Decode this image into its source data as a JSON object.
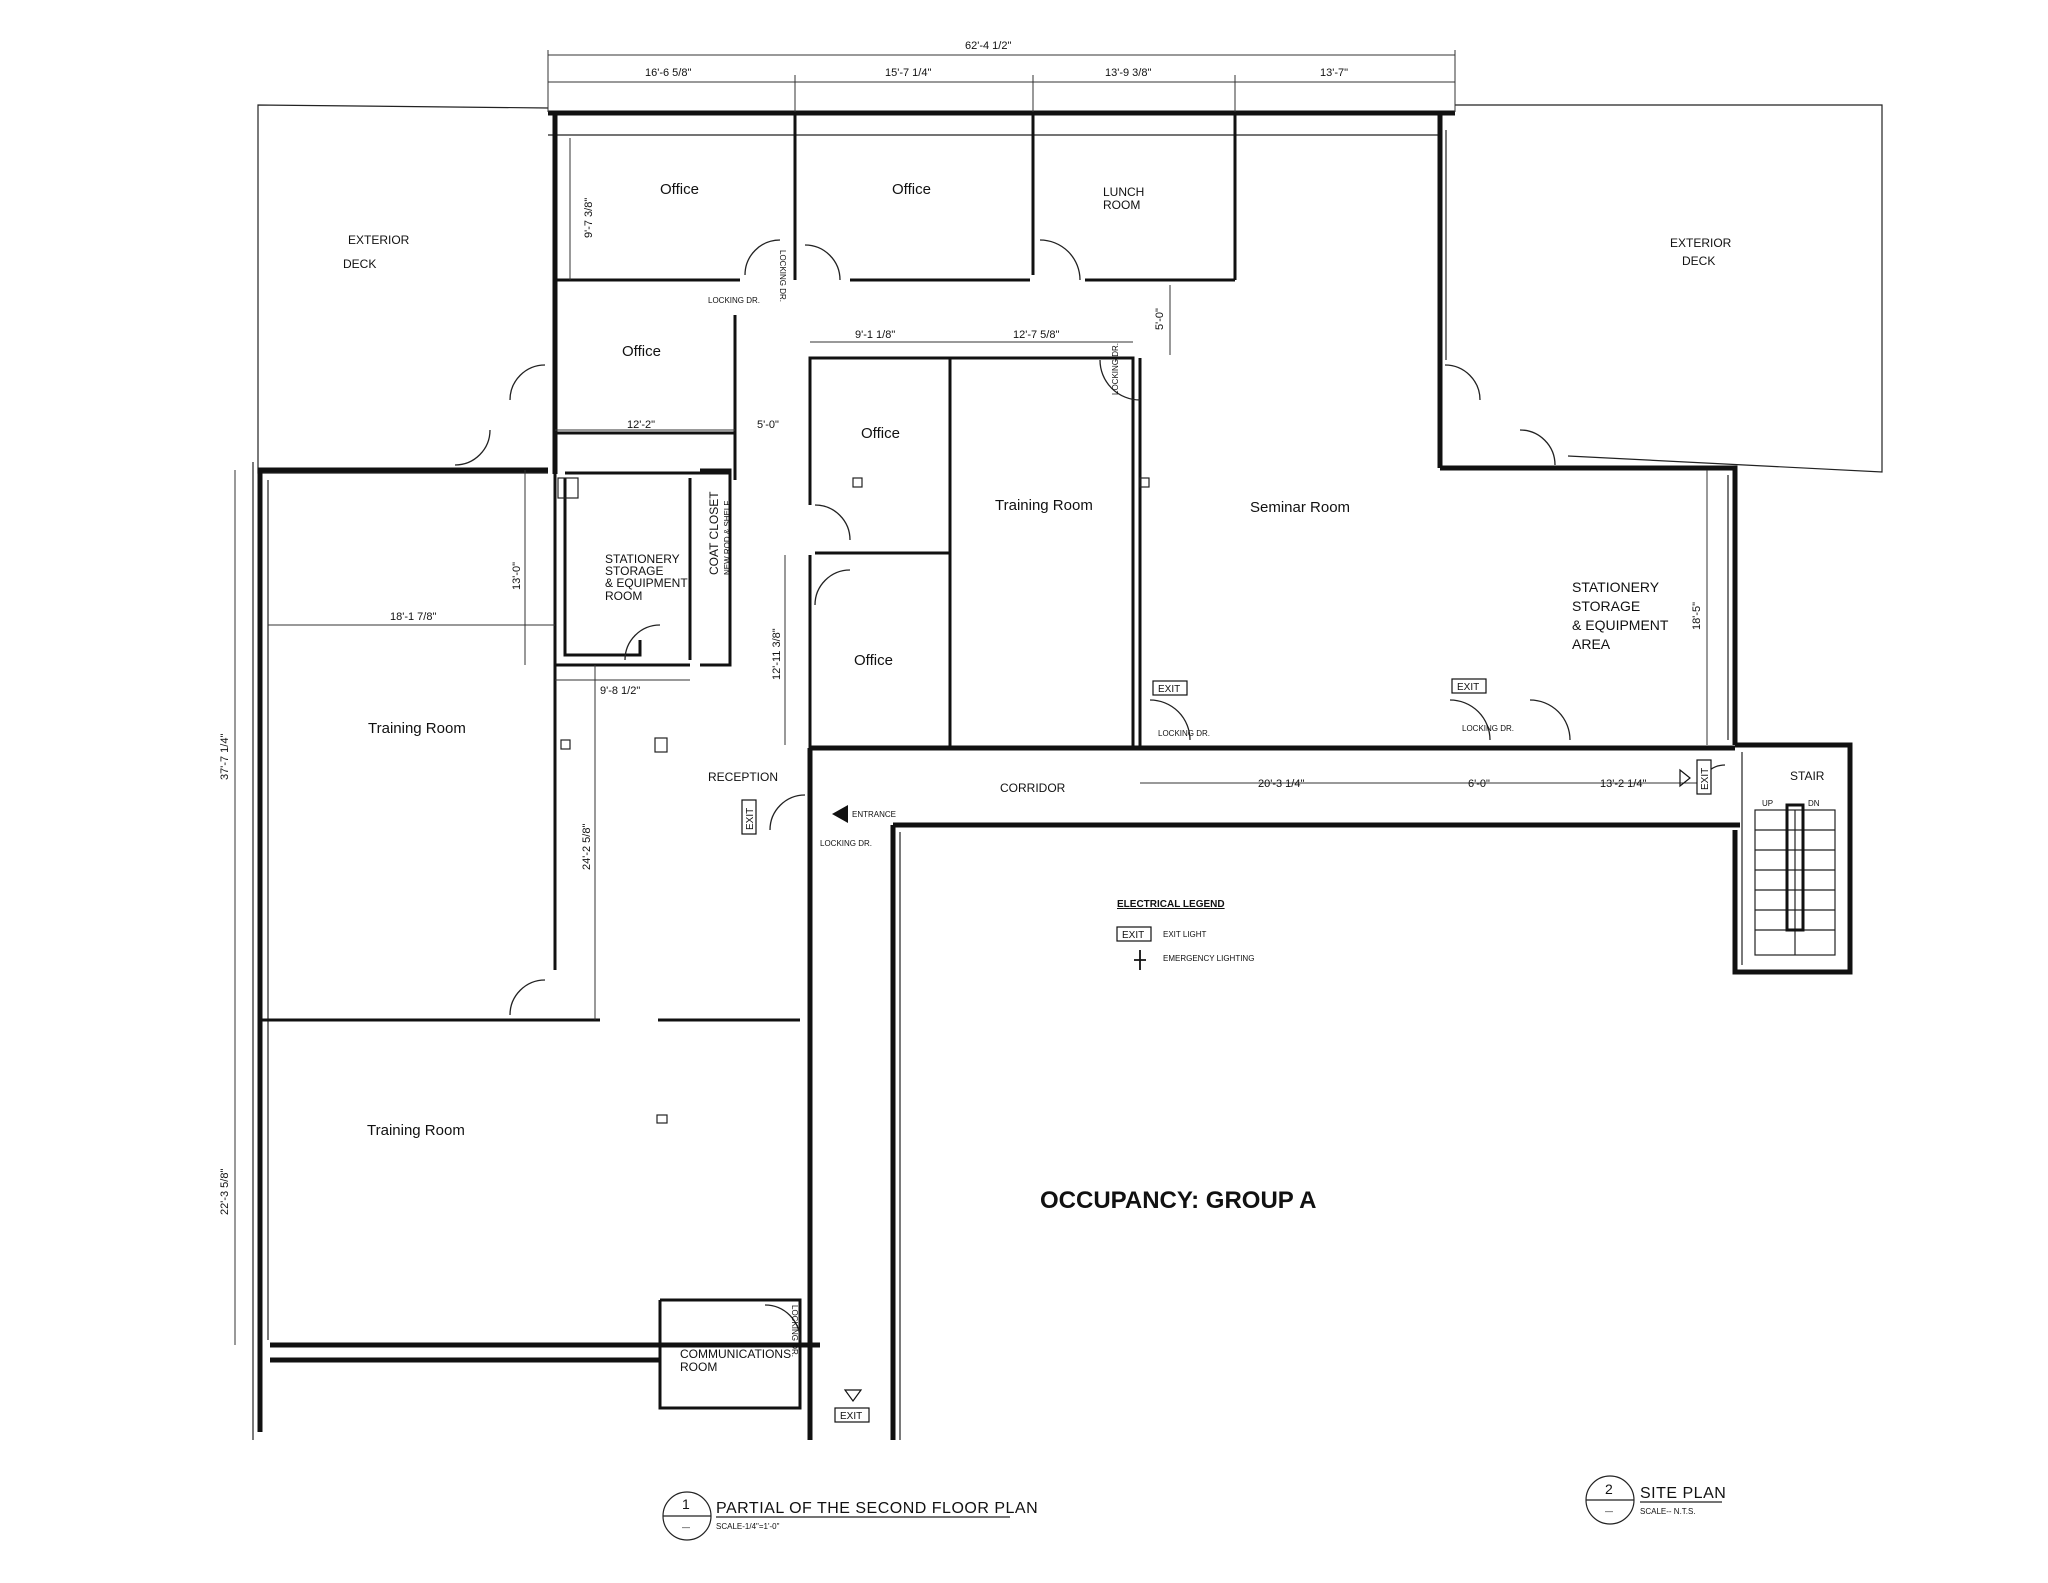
{
  "rooms": {
    "exterior_deck_left": "EXTERIOR",
    "exterior_deck_left_2": "DECK",
    "exterior_deck_right": "EXTERIOR",
    "exterior_deck_right_2": "DECK",
    "office_1": "Office",
    "office_2": "Office",
    "office_3": "Office",
    "office_4": "Office",
    "office_5": "Office",
    "lunch_room_1": "LUNCH",
    "lunch_room_2": "ROOM",
    "training_room_1": "Training Room",
    "training_room_2": "Training Room",
    "training_room_3": "Training Room",
    "seminar_room": "Seminar Room",
    "stationery_left_1": "STATIONERY",
    "stationery_left_2": "STORAGE",
    "stationery_left_3": "& EQUIPMENT",
    "stationery_left_4": "ROOM",
    "coat_closet": "COAT CLOSET",
    "coat_closet_note": "NEW ROD & SHELF",
    "stationery_right_1": "STATIONERY",
    "stationery_right_2": "STORAGE",
    "stationery_right_3": "& EQUIPMENT",
    "stationery_right_4": "AREA",
    "reception": "RECEPTION",
    "corridor": "CORRIDOR",
    "stair": "STAIR",
    "stair_up": "UP",
    "stair_dn": "DN",
    "communications_1": "COMMUNICATIONS",
    "communications_2": "ROOM"
  },
  "doors": {
    "locking_dr": "LOCKING DR.",
    "entrance": "ENTRANCE",
    "exit": "EXIT"
  },
  "dimensions": {
    "overall": "62'-4 1/2\"",
    "seg1": "16'-6 5/8\"",
    "seg2": "15'-7 1/4\"",
    "seg3": "13'-9 3/8\"",
    "seg4": "13'-7\"",
    "office_height": "9'-7 3/8\"",
    "office_width": "12'-2\"",
    "hall_5a": "5'-0\"",
    "hall_5b": "5'-0\"",
    "office_w2": "9'-1 1/8\"",
    "training_w": "12'-7 5/8\"",
    "train1_h": "13'-0\"",
    "train1_w": "18'-1 7/8\"",
    "recep_w": "9'-8 1/2\"",
    "office_h2": "12'-11 3/8\"",
    "recep_h": "24'-2 5/8\"",
    "left_total": "37'-7 1/4\"",
    "left_lower": "22'-3 5/8\"",
    "corr_1": "20'-3 1/4\"",
    "corr_2": "6'-0\"",
    "corr_3": "13'-2 1/4\"",
    "right_h": "18'-5\""
  },
  "legend": {
    "title": "ELECTRICAL LEGEND",
    "exit_light": "EXIT LIGHT",
    "emergency": "EMERGENCY LIGHTING"
  },
  "occupancy": "OCCUPANCY: GROUP A",
  "titles": {
    "plan_num": "1",
    "plan_sub": "—",
    "plan_title": "PARTIAL OF THE SECOND FLOOR PLAN",
    "plan_scale": "SCALE-1/4\"=1'-0\"",
    "site_num": "2",
    "site_sub": "—",
    "site_title": "SITE PLAN",
    "site_scale": "SCALE-- N.T.S."
  }
}
